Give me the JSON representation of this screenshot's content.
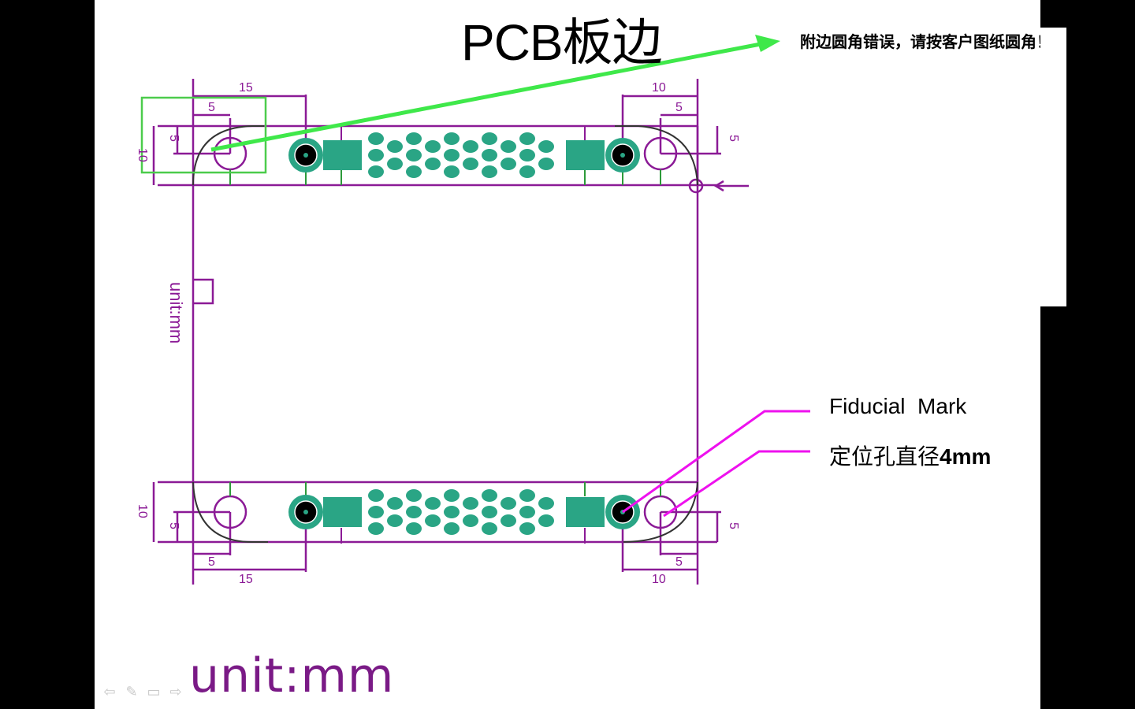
{
  "slide": {
    "title": "PCB板边",
    "annotation_note": "附边圆角错误，请按客户图纸圆角！",
    "fiducial_label": "Fiducial  Mark",
    "hole_label_cn": "定位孔直径",
    "hole_label_value": "4mm",
    "unit_label": "unit:mm",
    "unit_label_rotated": "unit:mm"
  },
  "drawing": {
    "dimensions": {
      "top_left": {
        "overall": "15",
        "inner": "5",
        "vertical_small": "5",
        "vertical_large": "10"
      },
      "top_right": {
        "overall": "10",
        "inner": "5",
        "vertical_small": "5"
      },
      "bottom_left": {
        "overall": "15",
        "inner": "5",
        "vertical_small": "5",
        "vertical_large": "10"
      },
      "bottom_right": {
        "overall": "10",
        "inner": "5",
        "vertical_small": "5"
      }
    },
    "colors": {
      "outline": "#8b1a96",
      "pad": "#2aa585",
      "arrow": "#3fe84a",
      "leader": "#ee11ee",
      "highlight_box": "#4ccc4c"
    }
  },
  "nav": {
    "icons": [
      "previous-arrow-icon",
      "pen-icon",
      "menu-icon",
      "next-arrow-icon"
    ],
    "glyphs": [
      "⇦",
      "✎",
      "▭",
      "⇨"
    ]
  }
}
